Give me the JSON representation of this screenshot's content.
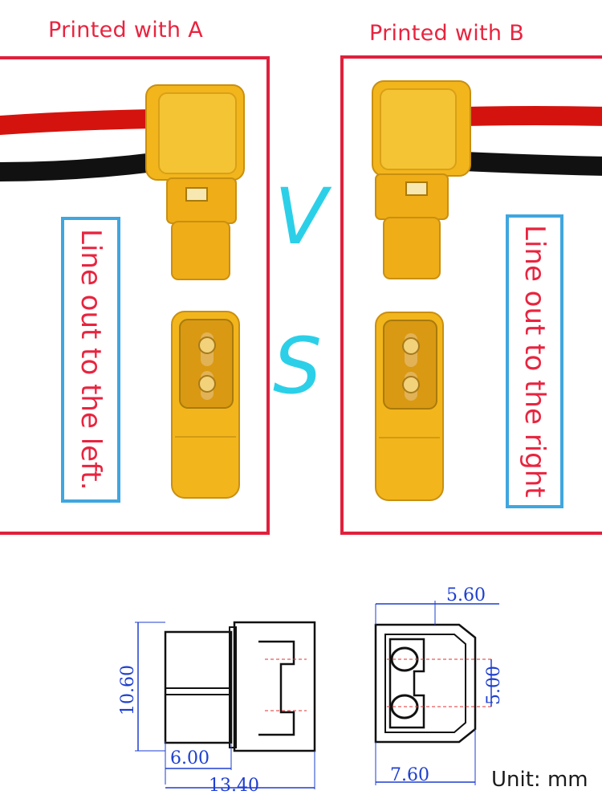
{
  "headers": {
    "a": "Printed with A",
    "b": "Printed with B"
  },
  "labels": {
    "left": "Line out to the left.",
    "right": "Line out to the right"
  },
  "vs": {
    "v": "V",
    "s": "S"
  },
  "dimensions": {
    "height": "10.60",
    "front_length": "6.00",
    "total_length": "13.40",
    "top_width": "5.60",
    "pin_spacing": "5.00",
    "bottom_width": "7.60"
  },
  "unit_label": "Unit: mm",
  "colors": {
    "accent_red": "#e0203c",
    "label_blue": "#3fa6df",
    "vs_cyan": "#2bd0e8",
    "connector_yellow": "#f2b51c",
    "dim_blue": "#1e3fd0"
  }
}
